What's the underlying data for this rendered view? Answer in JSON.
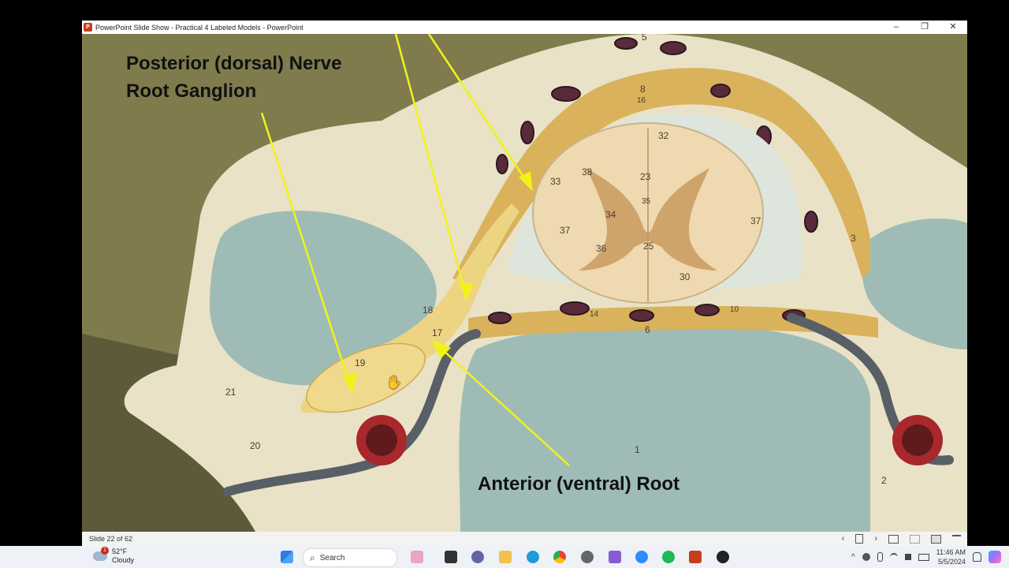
{
  "window": {
    "title": "PowerPoint Slide Show  -  Practical 4 Labeled Models - PowerPoint",
    "app_logo": "P",
    "controls": {
      "minimize": "–",
      "restore": "❐",
      "close": "✕"
    }
  },
  "slide": {
    "label_ganglion_line1": "Posterior (dorsal) Nerve",
    "label_ganglion_line2": "Root Ganglion",
    "label_anterior_root": "Anterior (ventral) Root",
    "model_numbers": {
      "n5": "5",
      "n8": "8",
      "n16": "16",
      "n32": "32",
      "n38": "38",
      "n33": "33",
      "n23": "23",
      "n35": "35",
      "n34": "34",
      "n37a": "37",
      "n37b": "37",
      "n36": "36",
      "n25": "25",
      "n30": "30",
      "n18": "18",
      "n17": "17",
      "n19": "19",
      "n21": "21",
      "n20": "20",
      "n6": "6",
      "n1": "1",
      "n2": "2",
      "n3": "3",
      "n14": "14",
      "n10": "10"
    },
    "arrow_color": "#f2f21a"
  },
  "statusbar": {
    "slide_counter": "Slide 22 of 62",
    "prev": "‹",
    "next": "›"
  },
  "taskbar": {
    "weather_temp": "52°F",
    "weather_desc": "Cloudy",
    "weather_badge": "1",
    "search_placeholder": "Search",
    "time": "11:46 AM",
    "date": "5/5/2024",
    "tray_chevron": "^"
  }
}
